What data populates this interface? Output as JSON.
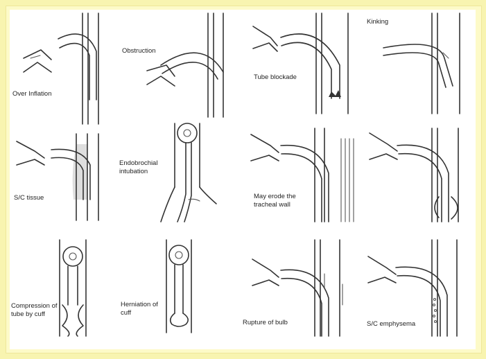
{
  "diagram": {
    "panels": [
      {
        "label": "Over Inflation"
      },
      {
        "label": "Obstruction"
      },
      {
        "label": "Tube blockade"
      },
      {
        "label": "Kinking"
      },
      {
        "label": "S/C tissue"
      },
      {
        "label": "Endobrochial intubation"
      },
      {
        "label": "May erode the tracheal wall"
      },
      {
        "label": "Compression of tube by cuff"
      },
      {
        "label": "Herniation of cuff"
      },
      {
        "label": "Rupture of bulb"
      },
      {
        "label": "S/C emphysema"
      }
    ]
  },
  "colors": {
    "background": "#f8f4b0",
    "line": "#333333",
    "shade": "#dedede"
  }
}
